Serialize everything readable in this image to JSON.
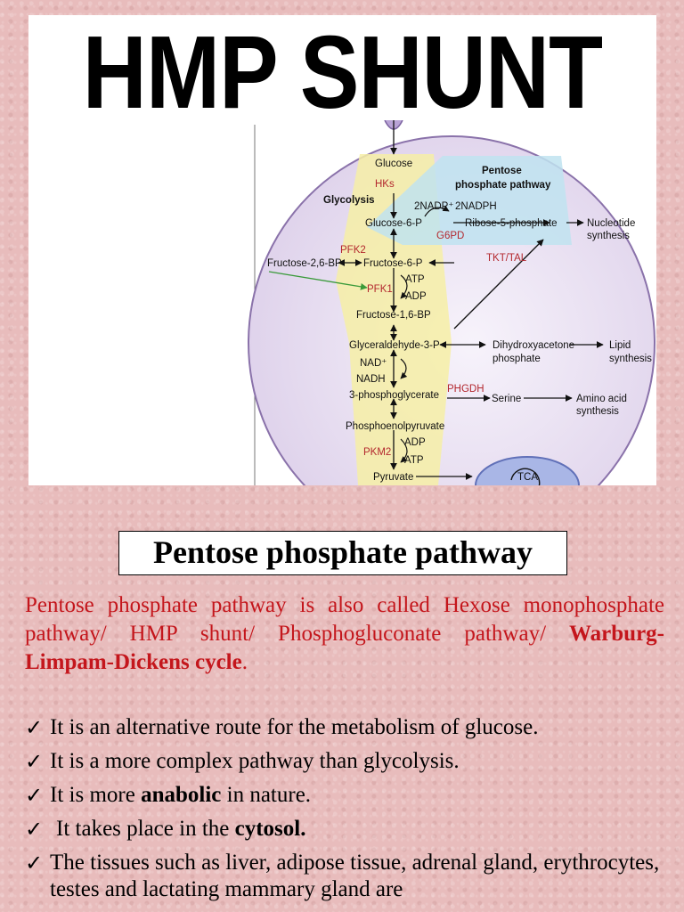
{
  "figure": {
    "title": "HMP SHUNT",
    "labels": {
      "glucose": "Glucose",
      "hks": "HKs",
      "glycolysis": "Glycolysis",
      "ppp_line1": "Pentose",
      "ppp_line2": "phosphate pathway",
      "nadp": "2NADP⁺",
      "nadph": "2NADPH",
      "g6p": "Glucose-6-P",
      "r5p": "Ribose-5-phosphate",
      "nucleotide_line1": "Nucleotide",
      "nucleotide_line2": "synthesis",
      "g6pd": "G6PD",
      "pfk2": "PFK2",
      "f26bp": "Fructose-2,6-BP",
      "f6p": "Fructose-6-P",
      "tkt_tal": "TKT/TAL",
      "atp1": "ATP",
      "pfk1": "PFK1",
      "adp1": "ADP",
      "f16bp": "Fructose-1,6-BP",
      "g3p": "Glyceraldehyde-3-P",
      "dhap_line1": "Dihydroxyacetone",
      "dhap_line2": "phosphate",
      "lipid_line1": "Lipid",
      "lipid_line2": "synthesis",
      "nad": "NAD⁺",
      "nadh": "NADH",
      "phgdh": "PHGDH",
      "pg3": "3-phosphoglycerate",
      "serine": "Serine",
      "amino_line1": "Amino acid",
      "amino_line2": "synthesis",
      "pep": "Phosphoenolpyruvate",
      "adp2": "ADP",
      "pkm2": "PKM2",
      "atp2": "ATP",
      "pyruvate": "Pyruvate",
      "tca": "TCA"
    }
  },
  "heading": "Pentose phosphate pathway",
  "intro": {
    "text": "Pentose phosphate pathway is also called Hexose monophosphate pathway/ HMP shunt/ Phosphogluconate pathway/ ",
    "bold": "Warburg-Limpam-Dickens cycle",
    "end": "."
  },
  "bullets": [
    {
      "check": "✓",
      "text": "It is an alternative route for the metabolism of glucose."
    },
    {
      "check": "✓",
      "text": "It is a more complex pathway than glycolysis."
    },
    {
      "check": "✓",
      "pre": "It is more ",
      "bold": "anabolic",
      "post": " in nature."
    },
    {
      "check": "✓",
      "pre": "It takes place in the ",
      "bold": "cytosol.",
      "post": ""
    },
    {
      "check": "✓",
      "text": "The tissues such as liver, adipose tissue, adrenal gland, erythrocytes, testes and lactating mammary gland are"
    }
  ],
  "colors": {
    "background": "#e8bcbc",
    "intro_red": "#c4161c",
    "enzyme_red": "#b3282e"
  }
}
